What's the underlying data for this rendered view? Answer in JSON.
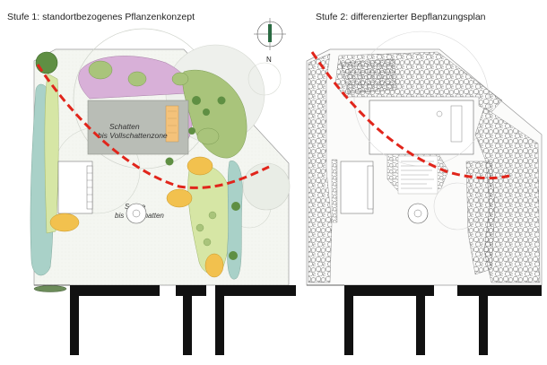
{
  "titles": {
    "stage1": "Stufe 1: standortbezogenes Pflanzenkonzept",
    "stage2": "Stufe 2: differenzierter Bepflanzungsplan"
  },
  "compass": {
    "north_label": "N"
  },
  "zones": {
    "shade_line1": "Schatten",
    "shade_line2": "bis Vollschattenzone",
    "sun_line1": "Sonne",
    "sun_line2": "bis Teilschatten"
  },
  "colors": {
    "shade_line": "#e1251b",
    "lilac": "#d8b0d8",
    "green": "#a9c47b",
    "dark_green": "#5f8f43",
    "teal": "#a9d1c8",
    "yellow": "#f2c14e",
    "gray_house": "#b9bdb6",
    "wall": "#111111"
  }
}
